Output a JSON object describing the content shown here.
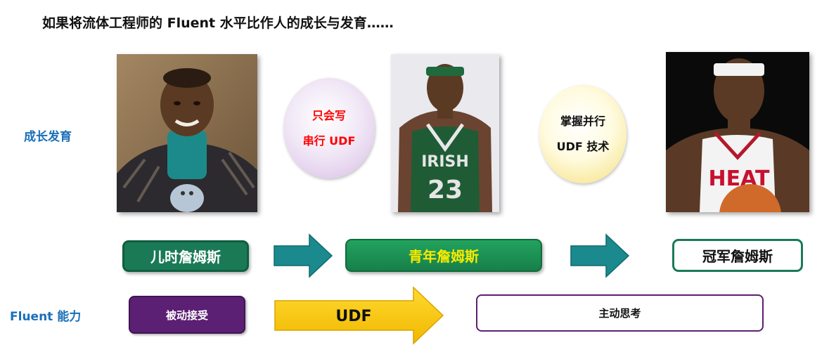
{
  "title": "如果将流体工程师的 Fluent 水平比作人的成长与发育……",
  "row_labels": {
    "growth": "成长发育",
    "ability": "Fluent 能力"
  },
  "bubbles": {
    "serial": {
      "line1": "只会写",
      "line2": "串行 UDF"
    },
    "parallel": {
      "line1": "掌握并行",
      "line2": "UDF 技术"
    }
  },
  "stages": {
    "child": "儿时詹姆斯",
    "youth": "青年詹姆斯",
    "champion": "冠军詹姆斯"
  },
  "abilities": {
    "passive": "被动接受",
    "udf": "UDF",
    "active": "主动思考"
  },
  "jersey": {
    "youth_text": "IRISH",
    "youth_number": "23",
    "champion_text": "HEAT"
  },
  "colors": {
    "green_dark": "#1a7a55",
    "green_bright": "#1f9a57",
    "teal_arrow": "#1a8a8e",
    "purple": "#5b1f73",
    "gold": "#f5c400",
    "title_blue": "#1a6fb8"
  }
}
